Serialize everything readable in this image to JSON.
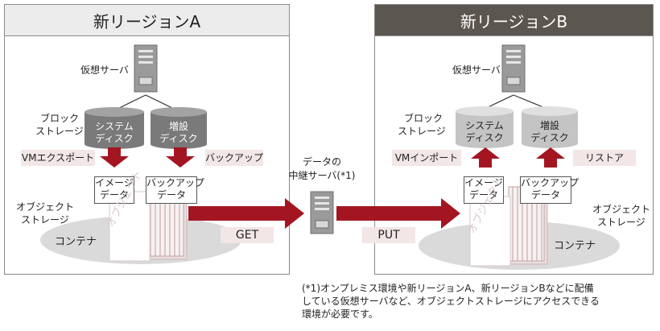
{
  "region_a": {
    "title": "新リージョンA",
    "server_label": "仮想サーバ",
    "block_storage_label": [
      "ブロック",
      "ストレージ"
    ],
    "disk_system": [
      "システム",
      "ディスク"
    ],
    "disk_extra": [
      "増設",
      "ディスク"
    ],
    "export_label": "VMエクスポート",
    "backup_label": "バックアップ",
    "image_data": [
      "イメージ",
      "データ"
    ],
    "backup_data": [
      "バックアップ",
      "データ"
    ],
    "object_storage_label": [
      "オブジェクト",
      "ストレージ"
    ],
    "container_label": "コンテナ",
    "container_watermark": "オブジェクト"
  },
  "region_b": {
    "title": "新リージョンB",
    "server_label": "仮想サーバ",
    "block_storage_label": [
      "ブロック",
      "ストレージ"
    ],
    "disk_system": [
      "システム",
      "ディスク"
    ],
    "disk_extra": [
      "増設",
      "ディスク"
    ],
    "import_label": "VMインポート",
    "restore_label": "リストア",
    "image_data": [
      "イメージ",
      "データ"
    ],
    "backup_data": [
      "バックアップ",
      "データ"
    ],
    "object_storage_label": [
      "オブジェクト",
      "ストレージ"
    ],
    "container_label": "コンテナ",
    "container_watermark": "オブジェクト"
  },
  "relay": {
    "label": [
      "データの",
      "中継サーバ(*1)"
    ],
    "get_label": "GET",
    "put_label": "PUT"
  },
  "footnote": [
    "(*1)オンプレミス環境や新リージョンA、新リージョンBなどに配備",
    "している仮想サーバなど、オブジェクトストレージにアクセスできる",
    "環境が必要です。"
  ],
  "colors": {
    "arrow": "#a31621",
    "region_b_header": "#5b5750",
    "region_a_header": "#ececec",
    "disk": "#7a7a7a",
    "disk_light": "#c4c4c4",
    "pill": "#f2e6e6"
  }
}
